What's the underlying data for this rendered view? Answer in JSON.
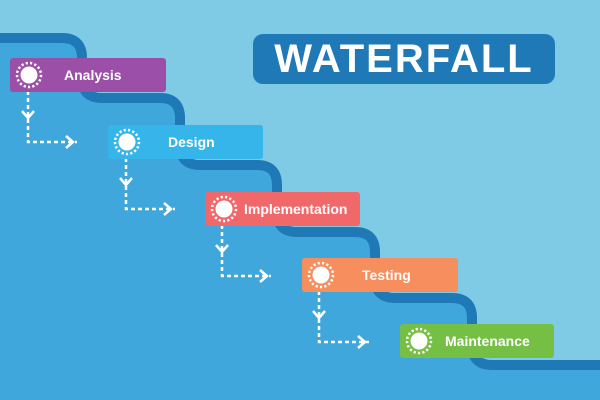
{
  "title": "WATERFALL",
  "colors": {
    "background": "#7fcbe6",
    "stair_light": "#3fa7dc",
    "stair_edge": "#1e79b6",
    "title_box": "#1e79b6",
    "connector": "#ffffff"
  },
  "steps": [
    {
      "label": "Analysis",
      "color": "#9b4fa6"
    },
    {
      "label": "Design",
      "color": "#35b5e9"
    },
    {
      "label": "Implementation",
      "color": "#f0686a"
    },
    {
      "label": "Testing",
      "color": "#f78e5e"
    },
    {
      "label": "Maintenance",
      "color": "#76bf45"
    }
  ]
}
